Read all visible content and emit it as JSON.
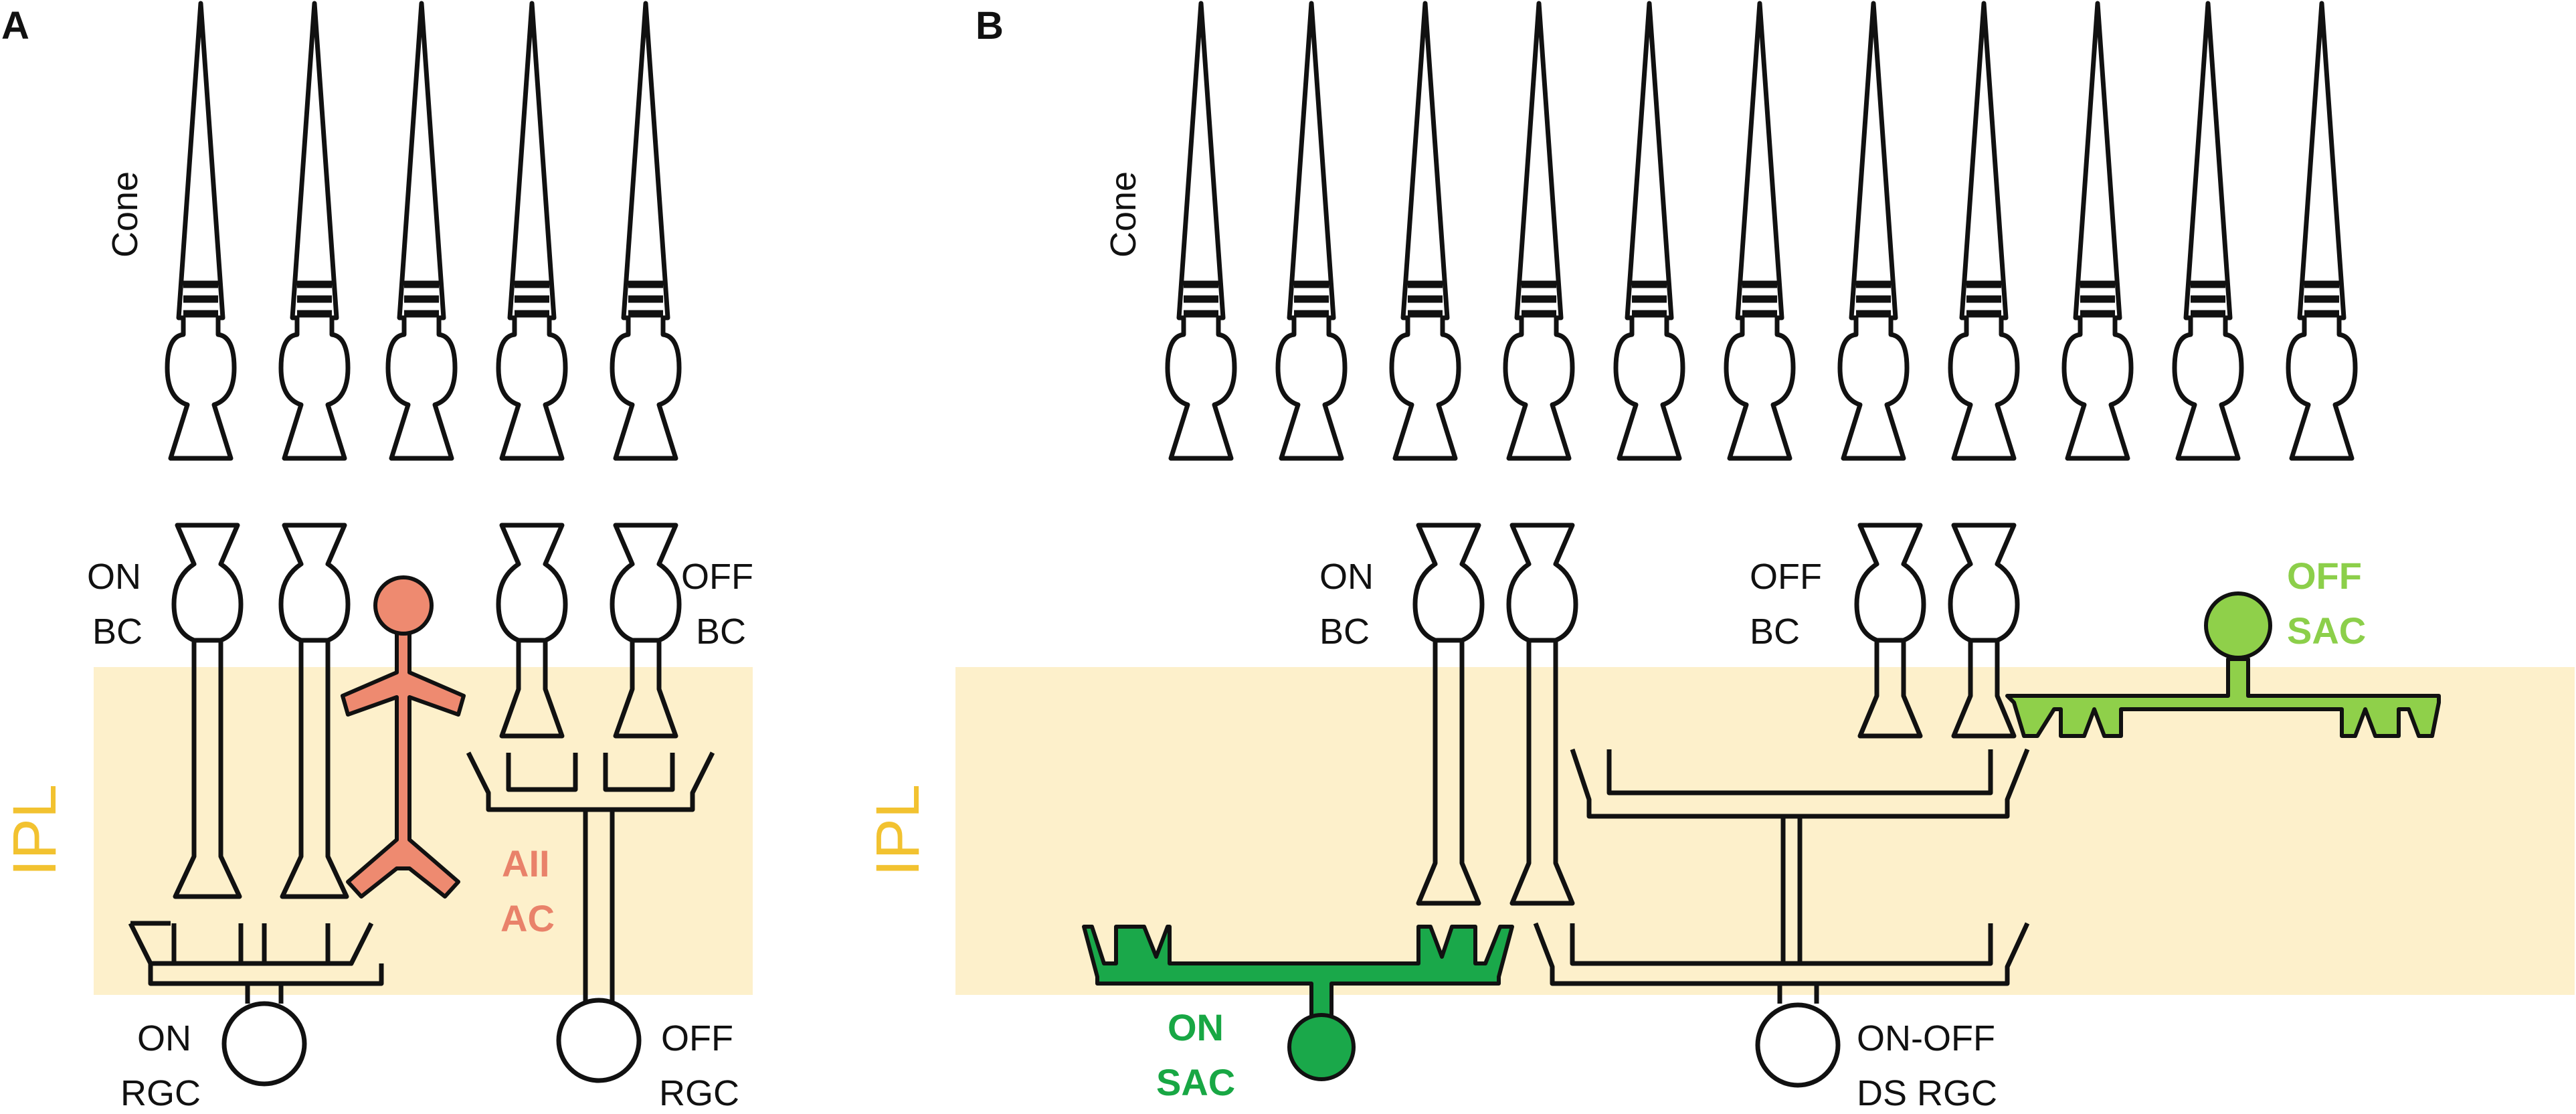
{
  "panels": {
    "a": {
      "letter": "A",
      "cone_label": "Cone",
      "ipl_label": "IPL",
      "on_bc_label": [
        "ON",
        "BC"
      ],
      "off_bc_label": [
        "OFF",
        "BC"
      ],
      "aii_ac_label": [
        "AII",
        "AC"
      ],
      "on_rgc_label": [
        "ON",
        "RGC"
      ],
      "off_rgc_label": [
        "OFF",
        "RGC"
      ]
    },
    "b": {
      "letter": "B",
      "cone_label": "Cone",
      "ipl_label": "IPL",
      "on_bc_label": [
        "ON",
        "BC"
      ],
      "off_bc_label": [
        "OFF",
        "BC"
      ],
      "on_sac_label": [
        "ON",
        "SAC"
      ],
      "off_sac_label": [
        "OFF",
        "SAC"
      ],
      "ds_rgc_label": [
        "ON-OFF",
        "DS RGC"
      ]
    }
  },
  "colors": {
    "ipl_band": "#fdf0cb",
    "ipl_text": "#f2c230",
    "aii_ac": "#ee8a70",
    "on_sac": "#1aa84a",
    "off_sac": "#8fd04a",
    "outline": "#111111"
  }
}
